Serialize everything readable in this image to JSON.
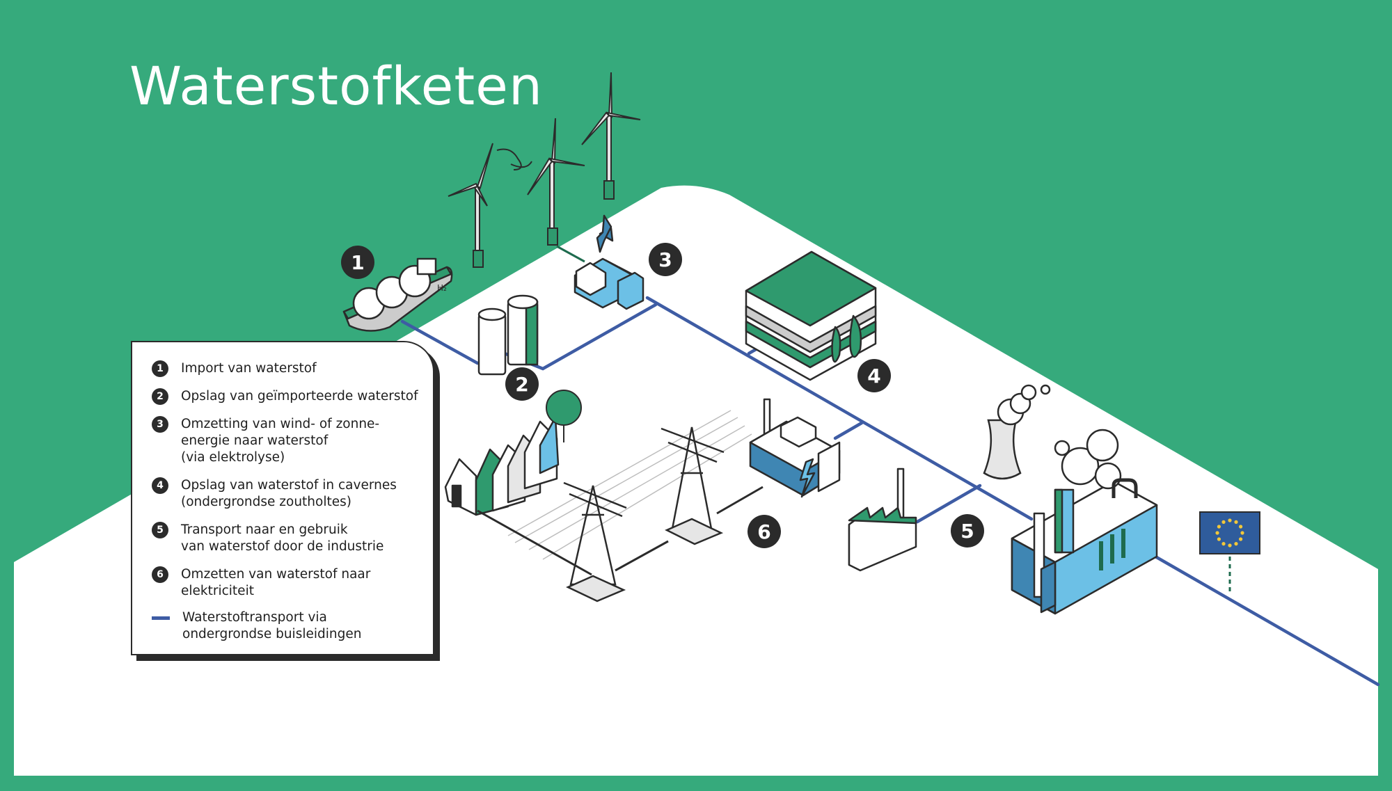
{
  "title": "Waterstofketen",
  "legend": {
    "items": [
      {
        "num": "1",
        "text": "Import van waterstof"
      },
      {
        "num": "2",
        "text": "Opslag van geïmporteerde waterstof"
      },
      {
        "num": "3",
        "text": "Omzetting van wind- of zonne-\nenergie naar waterstof\n(via elektrolyse)"
      },
      {
        "num": "4",
        "text": "Opslag van waterstof in cavernes\n(ondergrondse zoutholtes)"
      },
      {
        "num": "5",
        "text": "Transport naar en gebruik\nvan waterstof door de industrie"
      },
      {
        "num": "6",
        "text": "Omzetten van waterstof naar\nelektriciteit"
      }
    ],
    "pipeline_text": "Waterstoftransport via\nondergrondse buisleidingen"
  },
  "markers": [
    "1",
    "2",
    "3",
    "4",
    "5",
    "6"
  ],
  "ship_label": "H₂",
  "colors": {
    "background": "#36aa7c",
    "ground": "#ffffff",
    "pipeline": "#3e5ca4",
    "dark": "#2b2b2b",
    "green": "#2f9a6e",
    "light_blue": "#6cc0e6",
    "mid_blue": "#3f86b3",
    "eu_blue": "#2f5c9c",
    "eu_star": "#f2c73a"
  }
}
